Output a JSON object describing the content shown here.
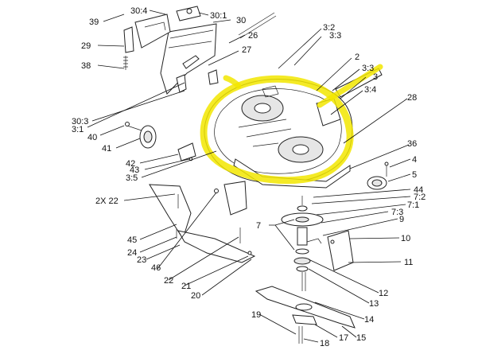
{
  "colors": {
    "highlight": "#f2e600",
    "line": "#222222",
    "paper": "#ffffff"
  },
  "callouts": [
    {
      "id": "c39",
      "text": "39"
    },
    {
      "id": "c30_4",
      "text": "30:4"
    },
    {
      "id": "c30_1",
      "text": "30:1"
    },
    {
      "id": "c30",
      "text": "30"
    },
    {
      "id": "c26",
      "text": "26"
    },
    {
      "id": "c3_2",
      "text": "3:2"
    },
    {
      "id": "c3_3a",
      "text": "3:3"
    },
    {
      "id": "c29",
      "text": "29"
    },
    {
      "id": "c27",
      "text": "27"
    },
    {
      "id": "c2",
      "text": "2"
    },
    {
      "id": "c3_3b",
      "text": "3:3"
    },
    {
      "id": "c3",
      "text": "3"
    },
    {
      "id": "c38",
      "text": "38"
    },
    {
      "id": "c3_4",
      "text": "3:4"
    },
    {
      "id": "c28",
      "text": "28"
    },
    {
      "id": "c30_3",
      "text": "30:3"
    },
    {
      "id": "c3_1",
      "text": "3:1"
    },
    {
      "id": "c40",
      "text": "40"
    },
    {
      "id": "c41",
      "text": "41"
    },
    {
      "id": "c36",
      "text": "36"
    },
    {
      "id": "c42",
      "text": "42"
    },
    {
      "id": "c43",
      "text": "43"
    },
    {
      "id": "c4",
      "text": "4"
    },
    {
      "id": "c5",
      "text": "5"
    },
    {
      "id": "c3_5",
      "text": "3:5"
    },
    {
      "id": "c2x22",
      "text": "2X 22"
    },
    {
      "id": "c44",
      "text": "44"
    },
    {
      "id": "c7_2",
      "text": "7:2"
    },
    {
      "id": "c7_1",
      "text": "7:1"
    },
    {
      "id": "c7_3",
      "text": "7:3"
    },
    {
      "id": "c9",
      "text": "9"
    },
    {
      "id": "c7",
      "text": "7"
    },
    {
      "id": "c45",
      "text": "45"
    },
    {
      "id": "c10",
      "text": "10"
    },
    {
      "id": "c24",
      "text": "24"
    },
    {
      "id": "c23",
      "text": "23"
    },
    {
      "id": "c46",
      "text": "46"
    },
    {
      "id": "c11",
      "text": "11"
    },
    {
      "id": "c22",
      "text": "22"
    },
    {
      "id": "c21",
      "text": "21"
    },
    {
      "id": "c12",
      "text": "12"
    },
    {
      "id": "c20",
      "text": "20"
    },
    {
      "id": "c13",
      "text": "13"
    },
    {
      "id": "c14",
      "text": "14"
    },
    {
      "id": "c19",
      "text": "19"
    },
    {
      "id": "c15",
      "text": "15"
    },
    {
      "id": "c17",
      "text": "17"
    },
    {
      "id": "c18",
      "text": "18"
    }
  ]
}
